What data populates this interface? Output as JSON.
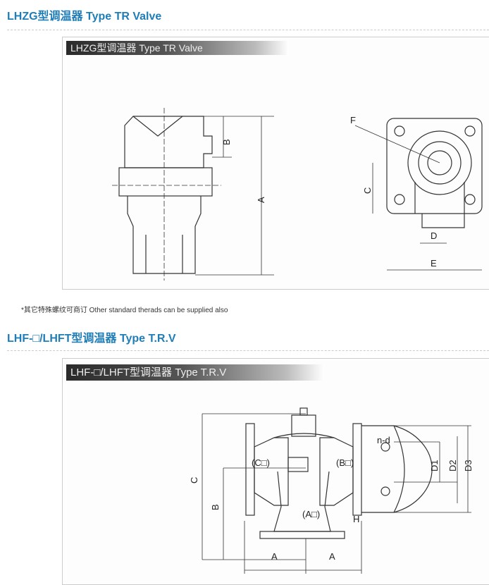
{
  "section1": {
    "title": "LHZG型调温器 Type TR Valve",
    "banner": "LHZG型调温器  Type TR Valve",
    "labels": {
      "B": "B",
      "A": "A",
      "F": "F",
      "C": "C",
      "D": "D",
      "E": "E"
    },
    "note": "*其它特殊螺纹可商订 Other standard therads can be supplied also"
  },
  "section2": {
    "title": "LHF-□/LHFT型调温器 Type T.R.V",
    "banner": "LHF-□/LHFT型调温器  Type T.R.V",
    "labels": {
      "nd": "n-d",
      "C": "C",
      "B": "B",
      "Cport": "(C□)",
      "Bport": "(B□)",
      "Aport": "(A□)",
      "D1": "D1",
      "D2": "D2",
      "D3": "D3",
      "H": "H",
      "A1": "A",
      "A2": "A"
    }
  }
}
